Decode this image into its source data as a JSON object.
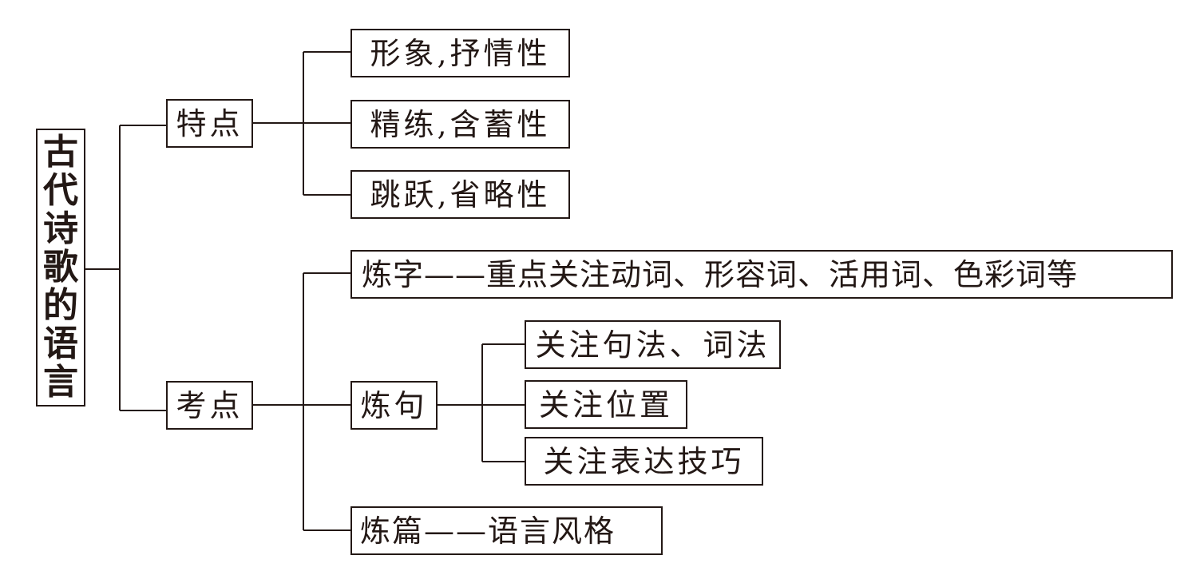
{
  "root": {
    "chars": [
      "古",
      "代",
      "诗",
      "歌",
      "的",
      "语",
      "言"
    ]
  },
  "features": {
    "label": "特点",
    "items": [
      "形象,抒情性",
      "精练,含蓄性",
      "跳跃,省略性"
    ]
  },
  "exam": {
    "label": "考点",
    "lianzi": "炼字——重点关注动词、形容词、活用词、色彩词等",
    "lianju": {
      "label": "炼句",
      "items": [
        "关注句法、词法",
        "关注位置",
        "关注表达技巧"
      ]
    },
    "lianpian": "炼篇——语言风格"
  },
  "colors": {
    "ink": "#231815",
    "background": "#ffffff"
  }
}
